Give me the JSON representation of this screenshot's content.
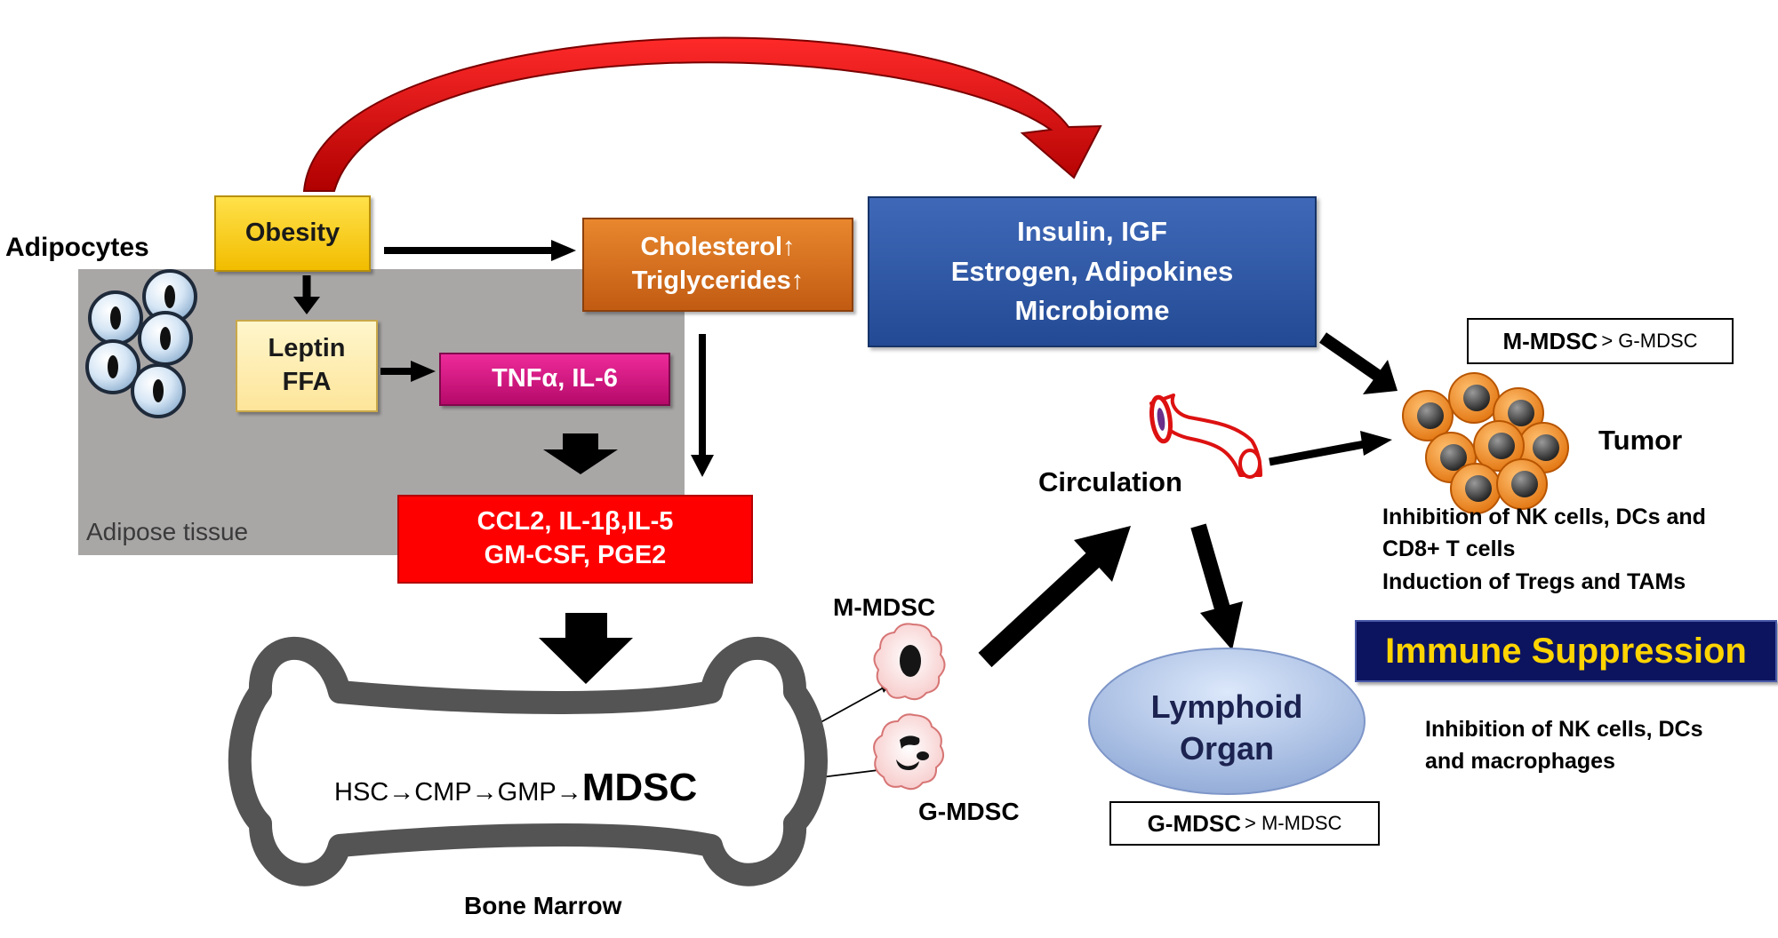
{
  "adipocytes_label": "Adipocytes",
  "adipose_tissue_label": "Adipose tissue",
  "obesity": "Obesity",
  "leptin": [
    "Leptin",
    "FFA"
  ],
  "tnf": "TNFα, IL-6",
  "lipids": [
    "Cholesterol↑",
    "Triglycerides↑"
  ],
  "cytokines": [
    "CCL2, IL-1β,IL-5",
    "GM-CSF, PGE2"
  ],
  "hormones": [
    "Insulin, IGF",
    "Estrogen, Adipokines",
    "Microbiome"
  ],
  "bone_marrow_label": "Bone Marrow",
  "differentiation": "HSC→CMP→GMP→",
  "mdsc": "MDSC",
  "m_mdsc_label": "M-MDSC",
  "g_mdsc_label": "G-MDSC",
  "circulation_label": "Circulation",
  "lymphoid_organ": [
    "Lymphoid",
    "Organ"
  ],
  "lymphoid_ratio": {
    "major": "G-MDSC",
    "rel": "> M-MDSC"
  },
  "tumor_ratio": {
    "major": "M-MDSC",
    "rel": "> G-MDSC"
  },
  "tumor_label": "Tumor",
  "tumor_effects": [
    "Inhibition of NK cells, DCs and",
    "CD8+ T cells",
    "Induction of Tregs and TAMs"
  ],
  "immune_suppression": "Immune Suppression",
  "lymphoid_effects": [
    "Inhibition of NK cells, DCs",
    "and macrophages"
  ],
  "colors": {
    "obesity": "#f2bd00",
    "leptin": "#fde59a",
    "tnf": "#d6157f",
    "lipids": "#d46a1c",
    "cytokines": "#ff0000",
    "hormones": "#2f5aa6",
    "immune_bg": "#0c1460",
    "immune_text": "#ffd400",
    "curved_arrow": "#dd0000",
    "adipose_tissue": "#a9a6a6",
    "bone": "#555555",
    "tumor_cell": "#f08a2c",
    "lymphoid": "#a8c0e8"
  }
}
